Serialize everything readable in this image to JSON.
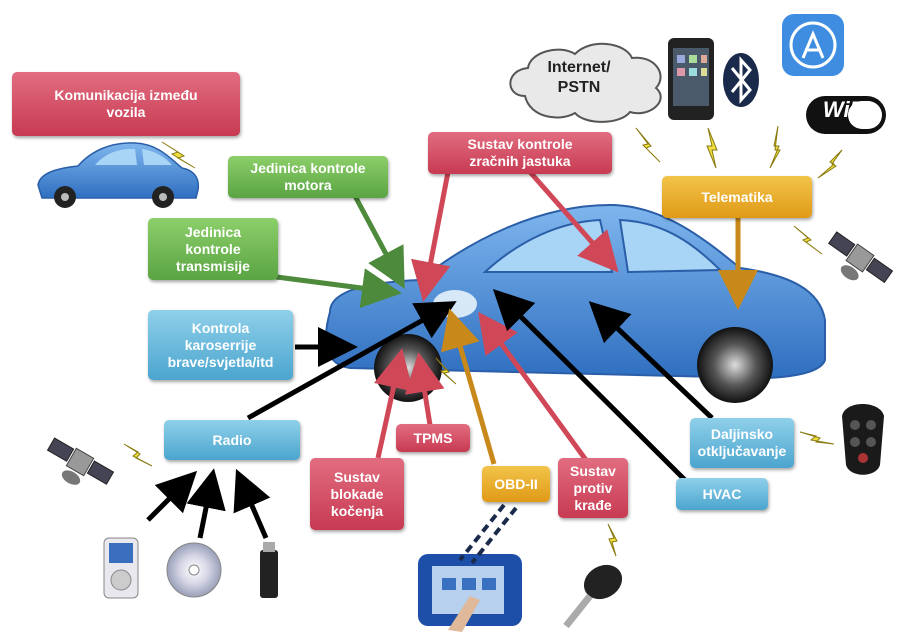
{
  "labels": {
    "vehicle_comm": "Komunikacija između\nvozila",
    "engine_control": "Jedinica kontrole\nmotora",
    "transmission_control": "Jedinica\nkontrole\ntransmisije",
    "body_control": "Kontrola\nkaroserrije\nbrave/svjetla/itd",
    "radio": "Radio",
    "tpms": "TPMS",
    "brake_system": "Sustav\nblokade\nkočenja",
    "obd": "OBD-II",
    "anti_theft": "Sustav\nprotiv\nkrađe",
    "hvac": "HVAC",
    "remote_unlock": "Daljinsko\notključavanje",
    "airbag_control": "Sustav kontrole\nzračnih jastuka",
    "telematics": "Telematika",
    "internet": "Internet/\nPSTN",
    "wifi_logo": "WiFi"
  },
  "colors": {
    "red_box": "#d24e65",
    "green_box": "#6cb34f",
    "blue_box": "#5fb3d9",
    "orange_box": "#e8aa22",
    "car_body": "#4f8fd6",
    "lightning": "#f0e040"
  },
  "icons": [
    "small-car-icon",
    "cloud-icon",
    "smartphone-icon",
    "bluetooth-icon",
    "app-store-icon",
    "wifi-icon",
    "satellite-icon",
    "ipod-icon",
    "cd-icon",
    "usb-stick-icon",
    "car-key-icon",
    "key-fob-icon",
    "diagnostic-tablet-icon",
    "lightning-icon"
  ]
}
